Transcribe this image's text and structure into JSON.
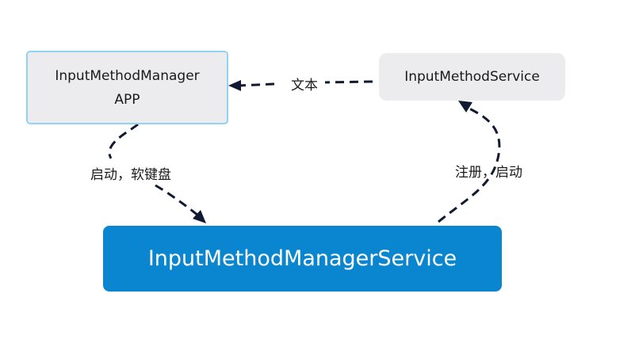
{
  "nodes": {
    "imm_app": "InputMethodManager\nAPP",
    "ims": "InputMethodService",
    "imms": "InputMethodManagerService"
  },
  "edges": {
    "ims_to_app": "文本",
    "app_to_imms": "启动，软键盘",
    "imms_to_ims": "注册，启动"
  }
}
